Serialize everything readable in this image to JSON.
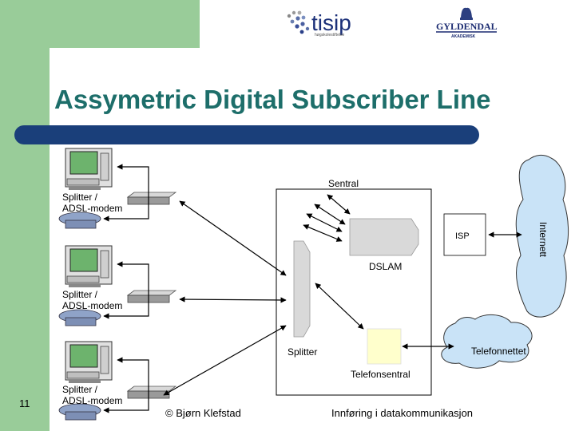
{
  "title": "Assymetric Digital Subscriber Line",
  "logos": {
    "tisip": "tisip",
    "tisip_sub": "høgskolestiftelse",
    "gyldendal": "GYLDENDAL",
    "gyldendal_sub": "AKADEMISK"
  },
  "labels": {
    "sentral": "Sentral",
    "splitter_modem_1_line1": "Splitter /",
    "splitter_modem_1_line2": "ADSL-modem",
    "splitter_modem_2_line1": "Splitter /",
    "splitter_modem_2_line2": "ADSL-modem",
    "splitter_modem_3_line1": "Splitter /",
    "splitter_modem_3_line2": "ADSL-modem",
    "isp": "ISP",
    "internett": "Internett",
    "dslam": "DSLAM",
    "splitter": "Splitter",
    "telefonnettet": "Telefonnettet",
    "telefonsentral": "Telefonsentral"
  },
  "footer": {
    "page_number": "11",
    "author": "© Bjørn Klefstad",
    "course": "Innføring i datakommunikasjon"
  },
  "colors": {
    "green": "#99cc99",
    "title": "#1d6e6a",
    "title_bar": "#1a3f7a",
    "cloud": "#c9e3f7"
  }
}
